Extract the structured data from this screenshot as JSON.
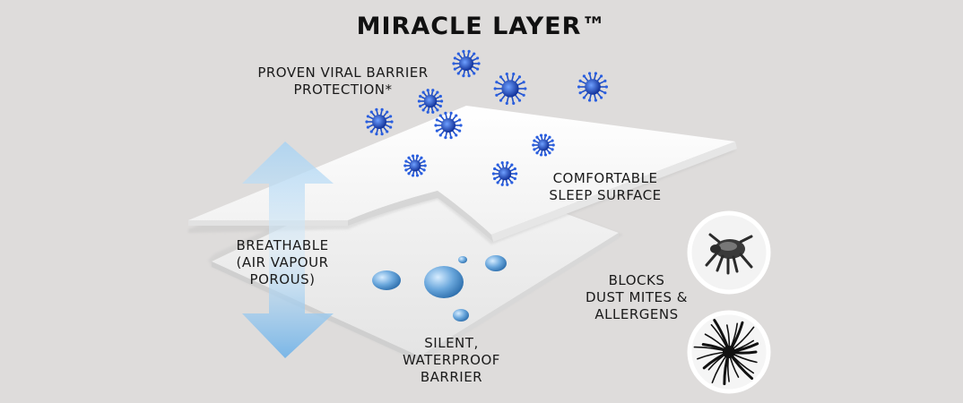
{
  "title": "MIRACLE LAYER™",
  "labels": {
    "viral": [
      "PROVEN VIRAL BARRIER",
      "PROTECTION*"
    ],
    "comfort": [
      "COMFORTABLE",
      "SLEEP SURFACE"
    ],
    "breathable": [
      "BREATHABLE",
      "(AIR VAPOUR",
      "POROUS)"
    ],
    "silent": [
      "SILENT,",
      "WATERPROOF",
      "BARRIER"
    ],
    "blocks": [
      "BLOCKS",
      "DUST MITES &",
      "ALLERGENS"
    ]
  },
  "icons": {
    "virus": "virus-icon",
    "water_drop": "water-drop-icon",
    "arrow": "double-arrow-icon",
    "dust_mite": "dust-mite-icon",
    "allergen": "allergen-icon"
  },
  "colors": {
    "background": "#dedcdb",
    "virus": "#1f4fc9",
    "arrow": "#6fb2e8",
    "drop": "#4a8fc9"
  }
}
